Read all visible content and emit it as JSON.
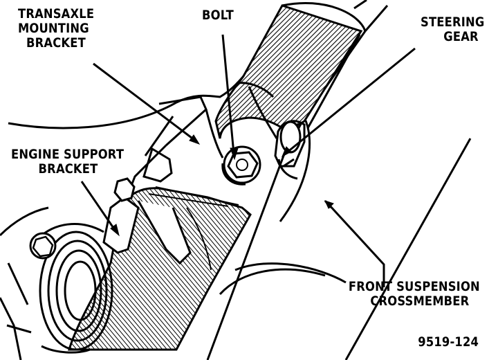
{
  "labels": {
    "transaxle_mounting_bracket": [
      "TRANSAXLE",
      "MOUNTING",
      "BRACKET"
    ],
    "bolt": "BOLT",
    "steering_gear": [
      "STEERING",
      "GEAR"
    ],
    "engine_support_bracket": [
      "ENGINE SUPPORT",
      "BRACKET"
    ],
    "front_suspension_crossmember": [
      "FRONT SUSPENSION",
      "CROSSMEMBER"
    ]
  },
  "figure_number": "9519-124",
  "colors": {
    "ink": "#000000",
    "paper": "#ffffff"
  }
}
